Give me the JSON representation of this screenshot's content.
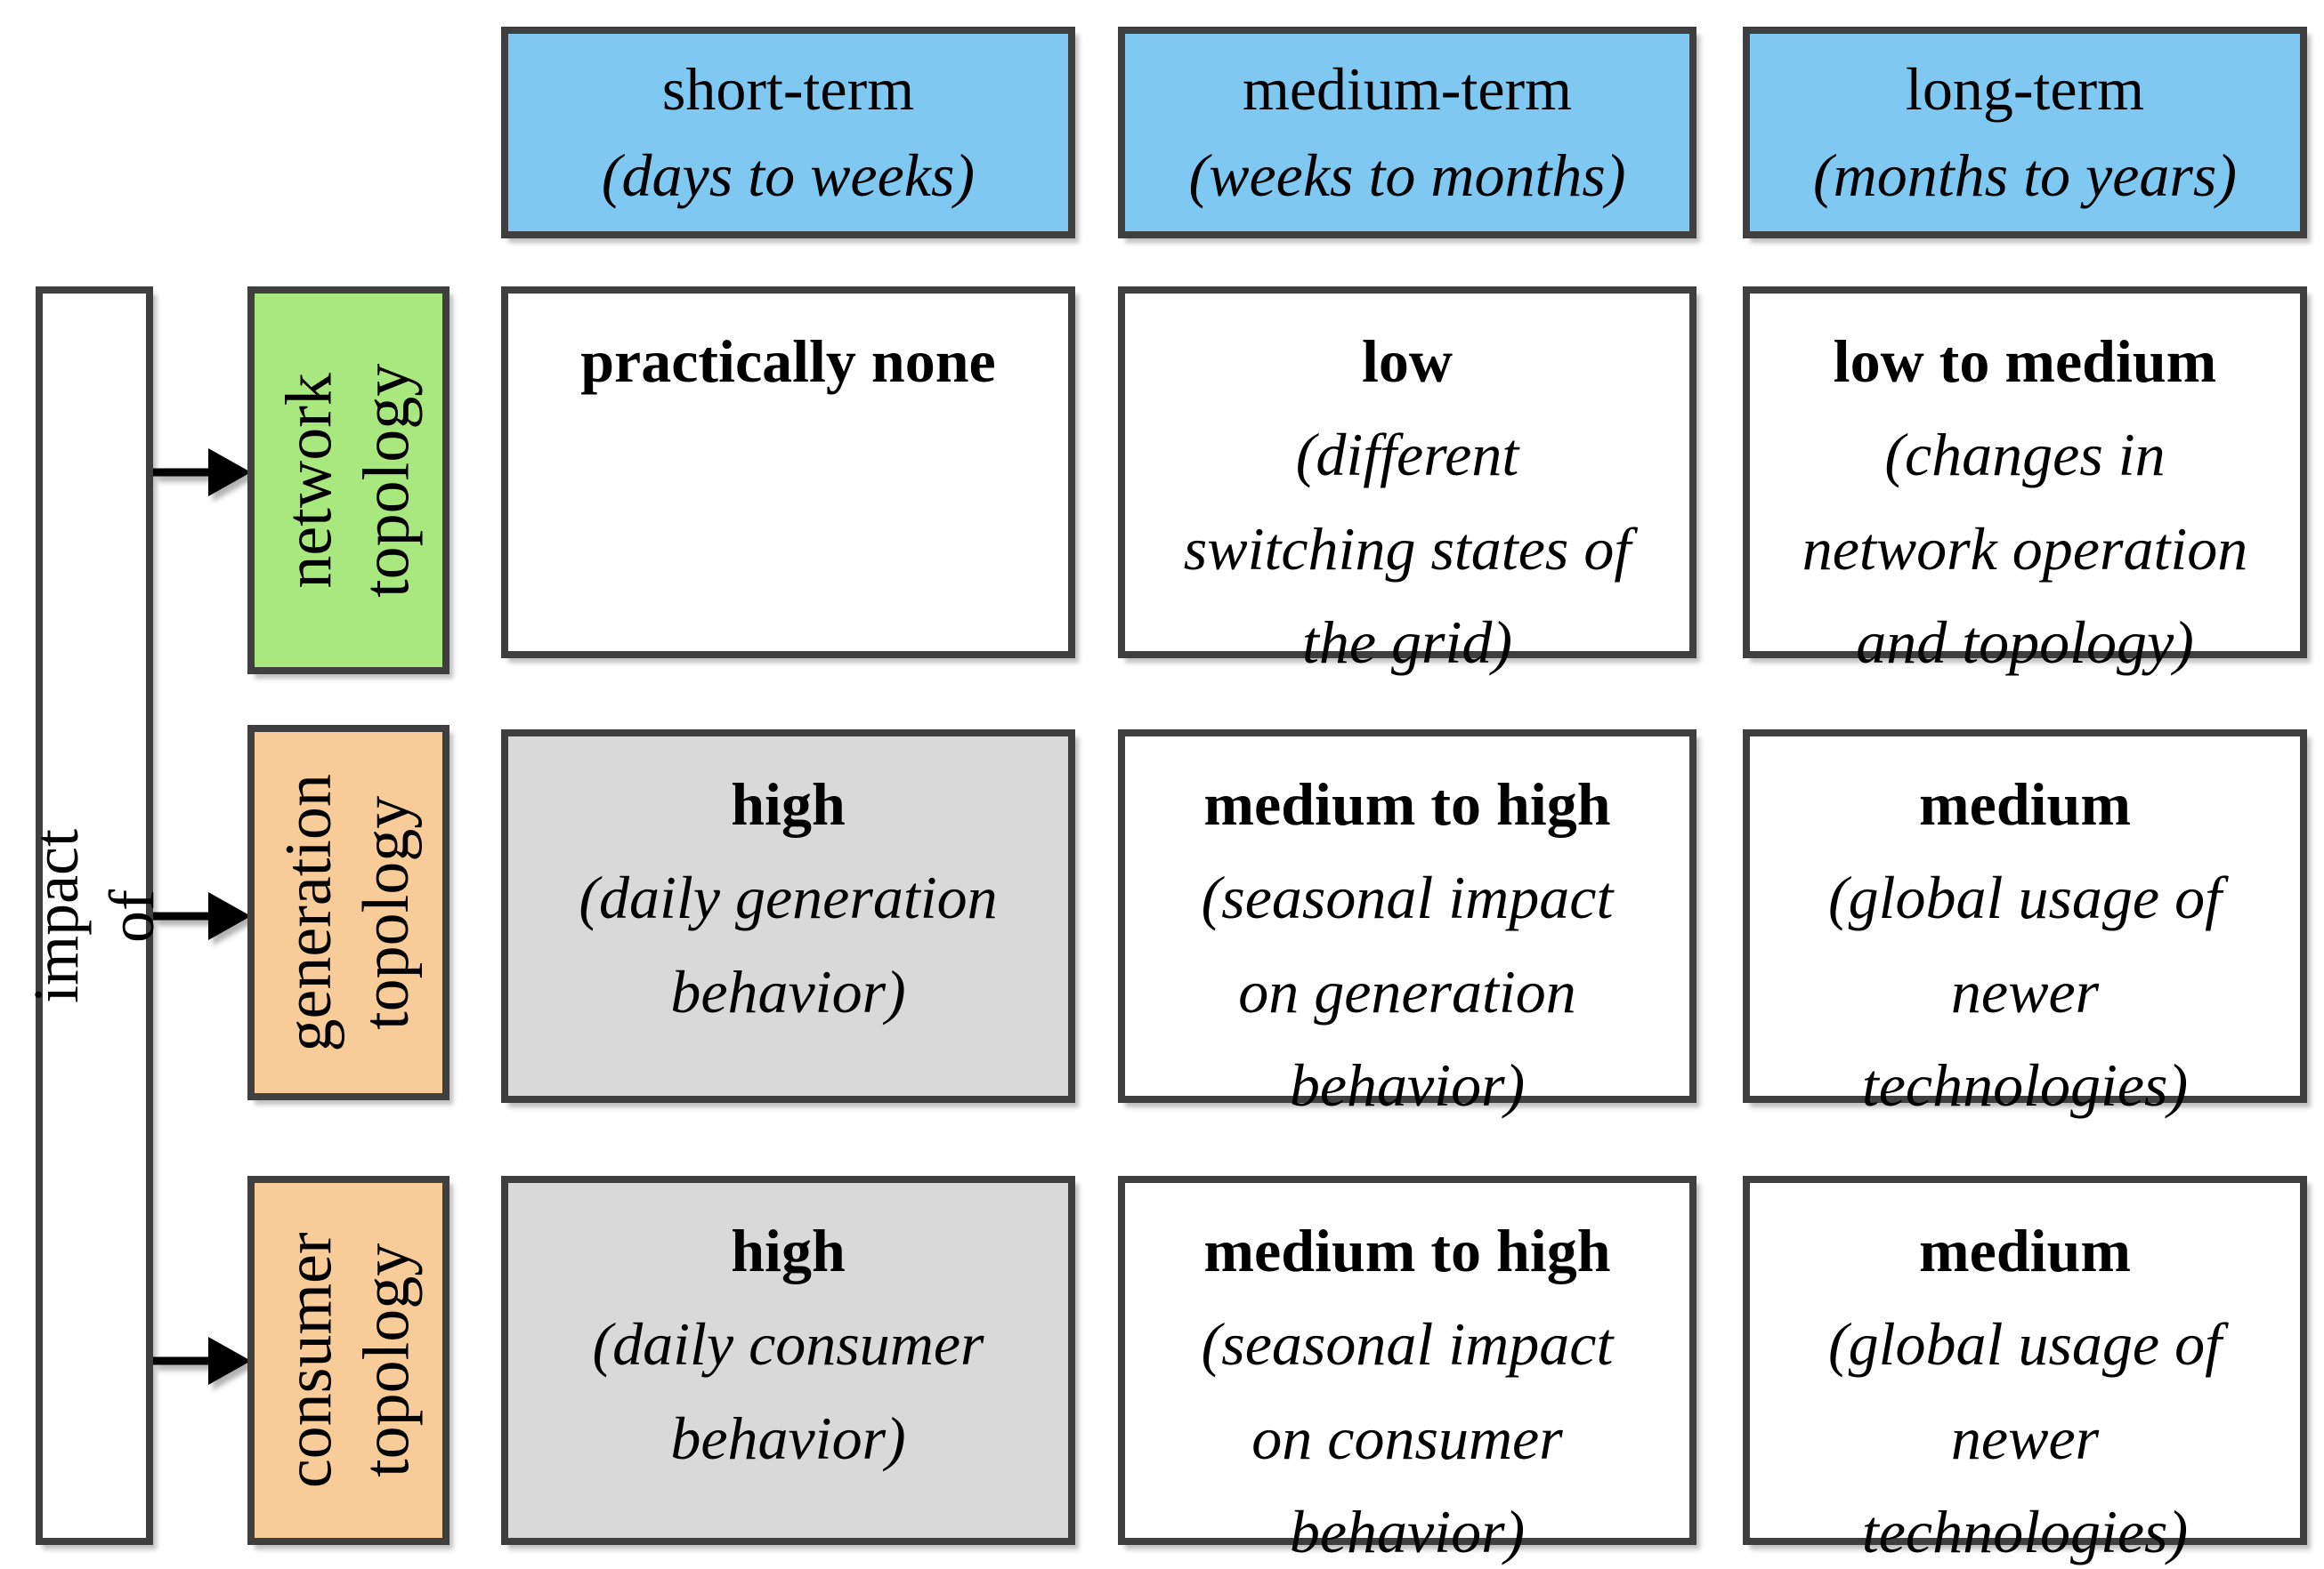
{
  "diagram": {
    "impact_label": "impact of",
    "icons": {
      "arrow": "arrow-right-icon"
    },
    "colors": {
      "header_blue": "#7ec8f2",
      "network_green": "#a9e77f",
      "topology_orange": "#f8cc98",
      "cell_gray": "#d9d9d9",
      "border_dark": "#3f3f3f"
    },
    "columns": [
      {
        "term": "short-term",
        "range": "(days to weeks)"
      },
      {
        "term": "medium-term",
        "range": "(weeks to months)"
      },
      {
        "term": "long-term",
        "range": "(months to years)"
      }
    ],
    "rows": [
      {
        "header": "network\ntopology",
        "cells": [
          {
            "level": "practically none",
            "detail": ""
          },
          {
            "level": "low",
            "detail": "(different\nswitching states of\nthe grid)"
          },
          {
            "level": "low to medium",
            "detail": "(changes in\nnetwork operation\nand topology)"
          }
        ]
      },
      {
        "header": "generation\ntopology",
        "cells": [
          {
            "level": "high",
            "detail": "(daily generation\nbehavior)"
          },
          {
            "level": "medium to high",
            "detail": "(seasonal impact\non generation\nbehavior)"
          },
          {
            "level": "medium",
            "detail": "(global usage of\nnewer\ntechnologies)"
          }
        ]
      },
      {
        "header": "consumer\ntopology",
        "cells": [
          {
            "level": "high",
            "detail": "(daily consumer\nbehavior)"
          },
          {
            "level": "medium to high",
            "detail": "(seasonal impact\non consumer\nbehavior)"
          },
          {
            "level": "medium",
            "detail": "(global usage of\nnewer\ntechnologies)"
          }
        ]
      }
    ]
  }
}
